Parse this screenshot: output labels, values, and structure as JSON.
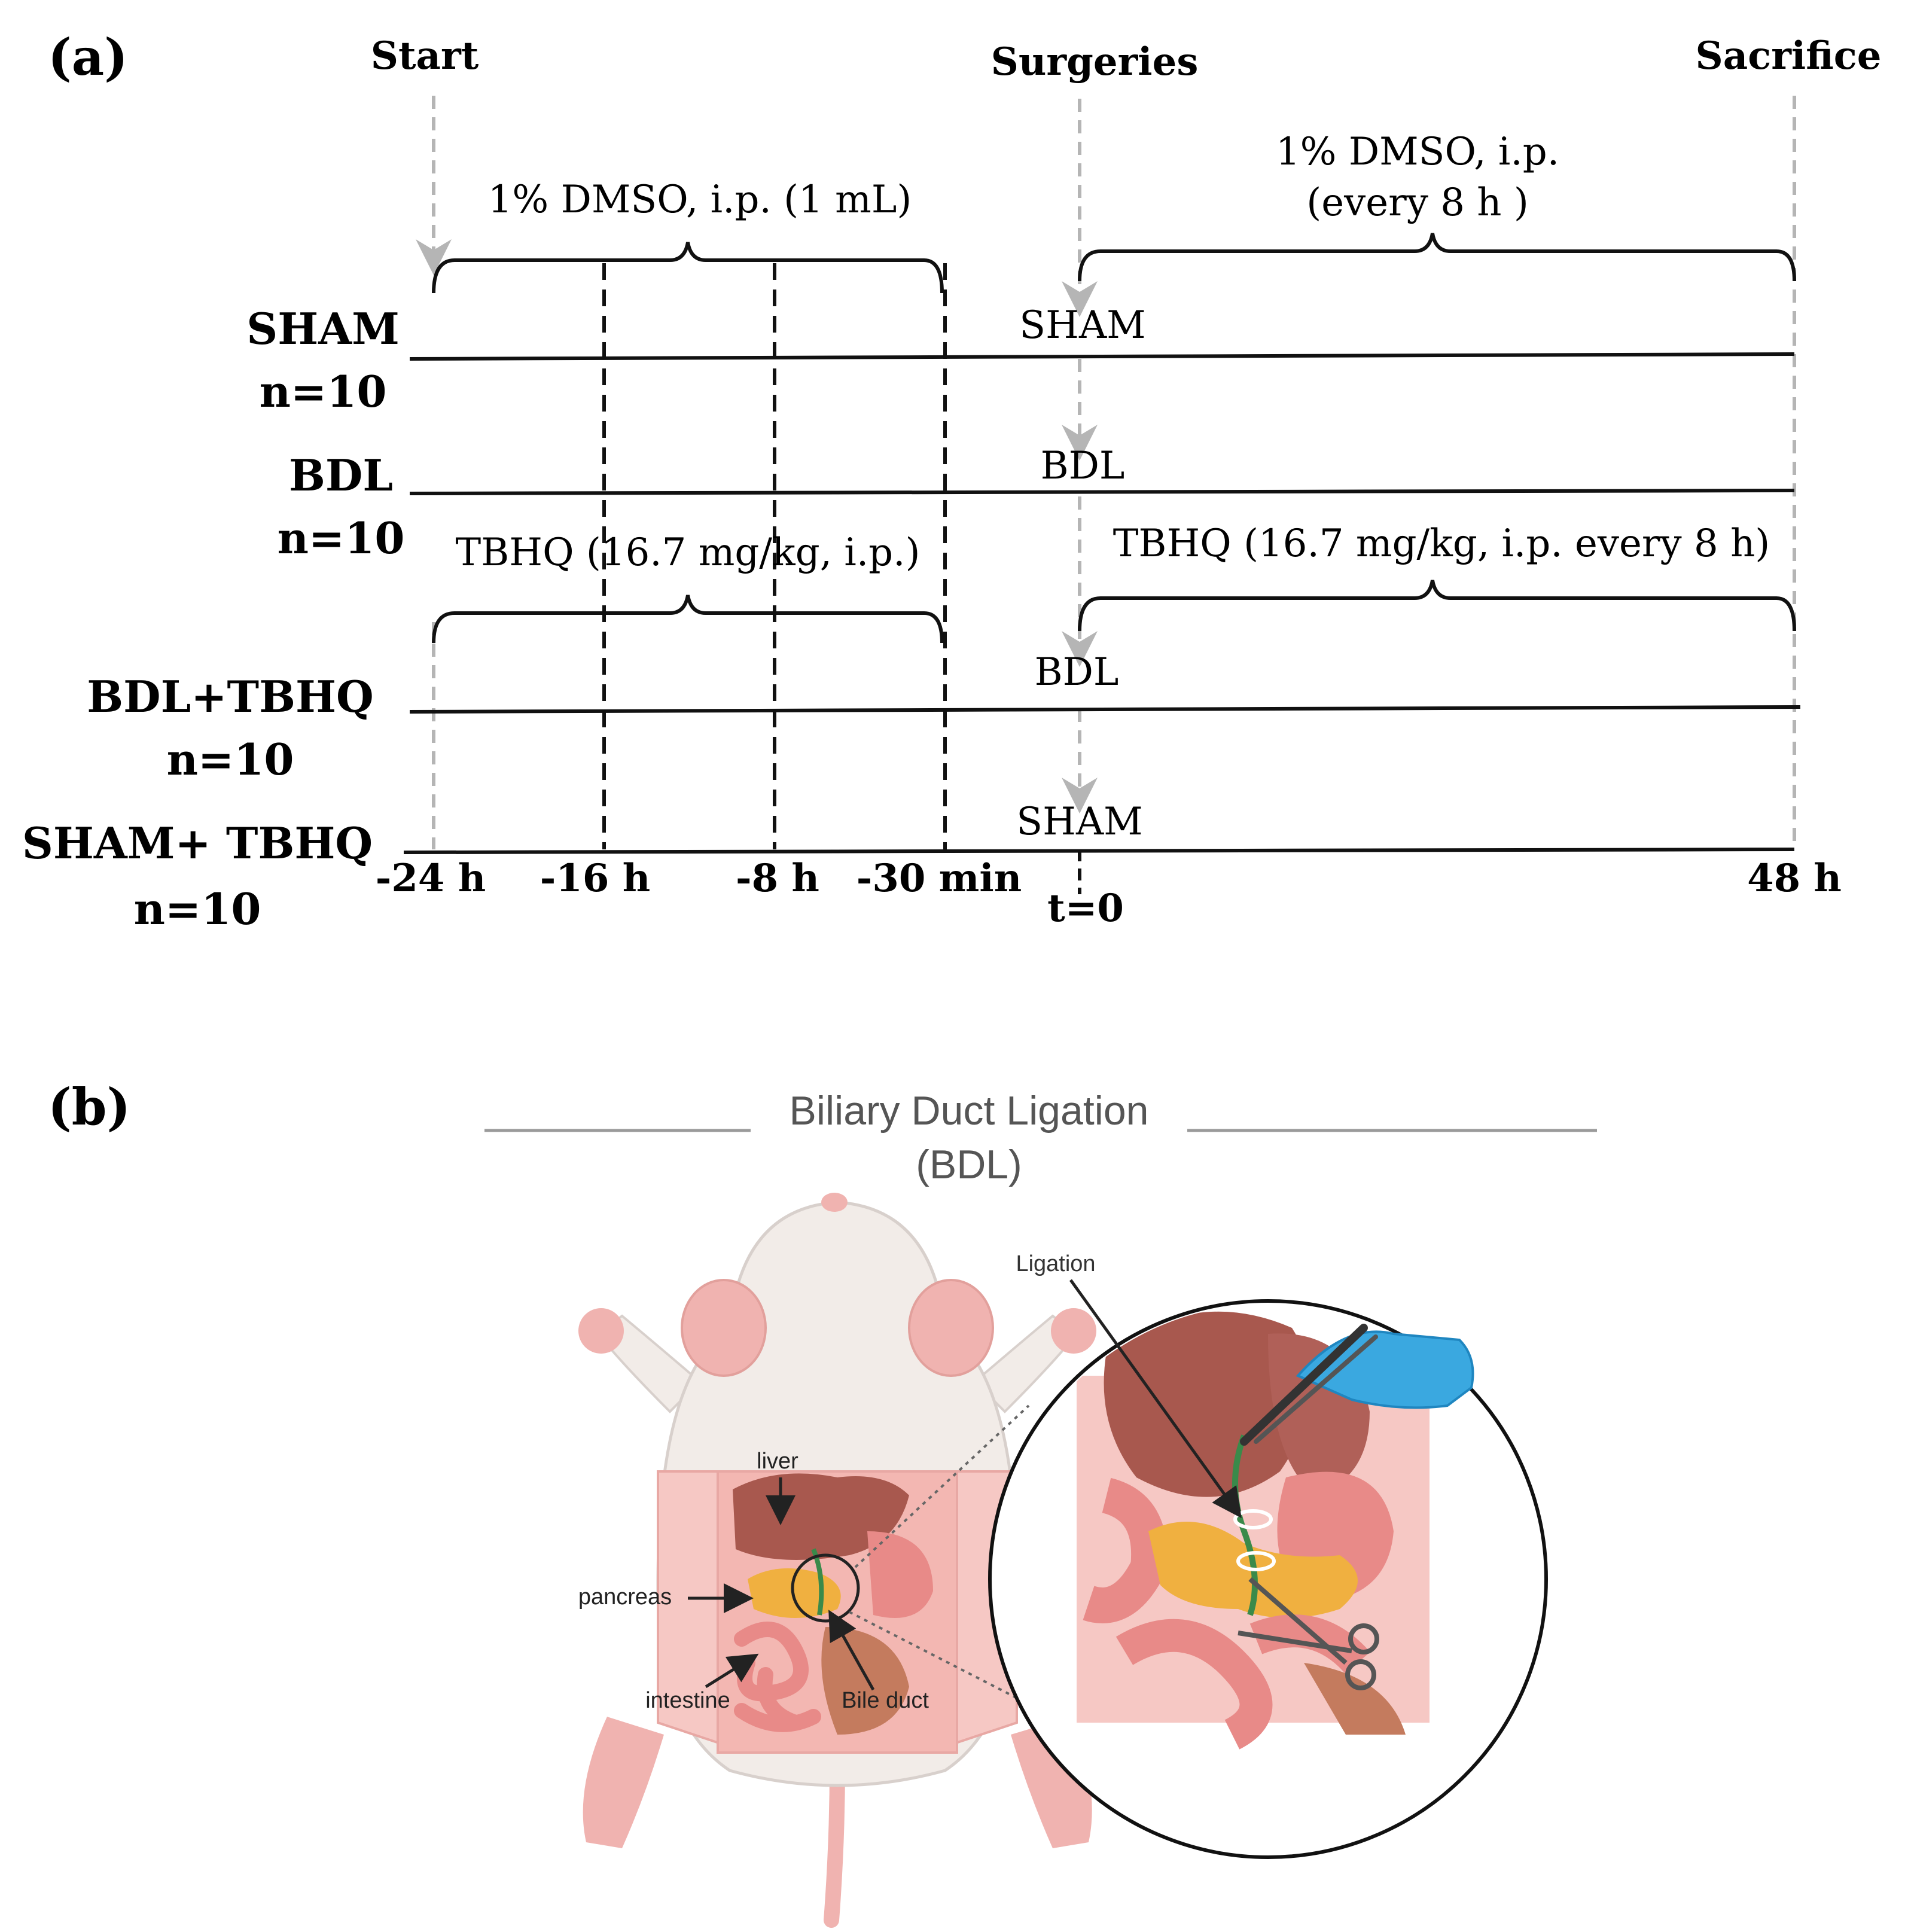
{
  "panel_a": {
    "label": "(a)",
    "phases": {
      "start": "Start",
      "surgeries": "Surgeries",
      "sacrifice": "Sacrifice"
    },
    "treatments": {
      "pre_dmso": "1% DMSO, i.p. (1 mL)",
      "post_dmso_line1": "1% DMSO, i.p.",
      "post_dmso_line2": "(every 8 h )",
      "pre_tbhq": "TBHQ (16.7 mg/kg, i.p.)",
      "post_tbhq": "TBHQ (16.7 mg/kg, i.p. every 8 h)"
    },
    "groups": [
      {
        "name": "SHAM",
        "n": "n=10",
        "surgery": "SHAM"
      },
      {
        "name": "BDL",
        "n": "n=10",
        "surgery": "BDL"
      },
      {
        "name": "BDL+TBHQ",
        "n": "n=10",
        "surgery": "BDL"
      },
      {
        "name": "SHAM+ TBHQ",
        "n": "n=10",
        "surgery": "SHAM"
      }
    ],
    "ticks": [
      "-24 h",
      "-16 h",
      "-8 h",
      "-30 min",
      "t=0",
      "48 h"
    ]
  },
  "panel_b": {
    "label": "(b)",
    "title_line1": "Biliary Duct Ligation",
    "title_line2": "(BDL)",
    "annotations": {
      "ligation": "Ligation",
      "liver": "liver",
      "pancreas": "pancreas",
      "intestine": "intestine",
      "bile_duct": "Bile duct"
    },
    "colors": {
      "skin": "#f2ece8",
      "pink": "#f0b3b0",
      "liver": "#a8584e",
      "pancreas": "#f0b040",
      "intestine": "#e88a88",
      "glove": "#3aa8e0",
      "duct": "#3a8a4a"
    }
  }
}
